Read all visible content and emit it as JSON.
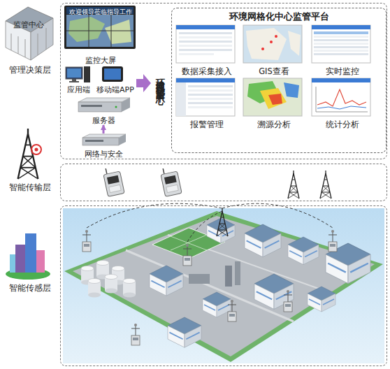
{
  "diagram": {
    "nodes": [
      {
        "text": [
          "管理决策层"
        ]
      },
      {
        "text": [
          "欢迎领导莅临指导工作",
          "监控大屏"
        ],
        "in": 0
      },
      {
        "text": [
          "应用端"
        ],
        "in": 0
      },
      {
        "text": [
          "移动端APP"
        ],
        "in": 0
      },
      {
        "text": [
          "服务器"
        ],
        "in": 0
      },
      {
        "text": [
          "网络与安全"
        ],
        "in": 0
      },
      {
        "text": [
          "环境网格化中心监管平台"
        ],
        "in": 0
      },
      {
        "text": [
          "数据采集接入"
        ],
        "in": 6
      },
      {
        "text": [
          "GIS查看"
        ],
        "in": 6
      },
      {
        "text": [
          "实时监控"
        ],
        "in": 6
      },
      {
        "text": [
          "报警管理"
        ],
        "in": 6
      },
      {
        "text": [
          "溯源分析"
        ],
        "in": 6
      },
      {
        "text": [
          "统计分析"
        ],
        "in": 6
      },
      {
        "text": [
          "智能传输层"
        ]
      },
      {
        "text": [
          "智能传感层"
        ]
      }
    ],
    "edges": [
      {
        "from": 5,
        "to": 4,
        "arrow": "to"
      }
    ],
    "labels": [
      "监管中心",
      "环境网格化监管中心"
    ]
  }
}
